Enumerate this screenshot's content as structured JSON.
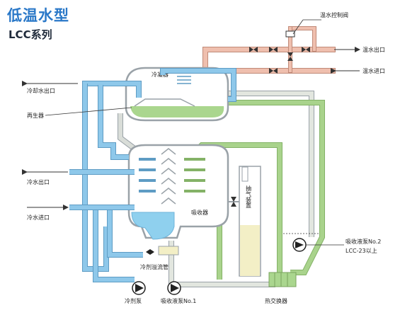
{
  "header": {
    "title": "低温水型",
    "subtitle": "LCC系列"
  },
  "labels": {
    "valve_control": "温水控制阀",
    "hot_water_out": "温水出口",
    "hot_water_in": "温水进口",
    "condenser": "冷凝器",
    "cooling_water_out": "冷却水出口",
    "regenerator": "再生器",
    "chilled_water_out": "冷水出口",
    "chilled_water_in": "冷水进口",
    "purge_device": "抽气装置",
    "absorber": "吸收器",
    "absorb_pump_2": "吸收液泵No.2",
    "absorb_pump_2_note": "LCC-23以上",
    "refrigerant_overflow_pipe": "冷剂溢流管",
    "refrigerant_pump": "冷剂泵",
    "absorb_pump_1": "吸收液泵No.1",
    "heat_exchanger": "热交换器"
  },
  "colors": {
    "title": "#2a78c8",
    "blue_pipe": "#8ec8ea",
    "green_pipe": "#a9d38c",
    "pink_pipe": "#efbfae",
    "gray_pipe": "#d3d8d2",
    "tank_outline": "#9aa2a8",
    "green_fill": "#aad68e",
    "blue_fill": "#8fd0ee",
    "yellow_fill": "#f3efc6"
  }
}
